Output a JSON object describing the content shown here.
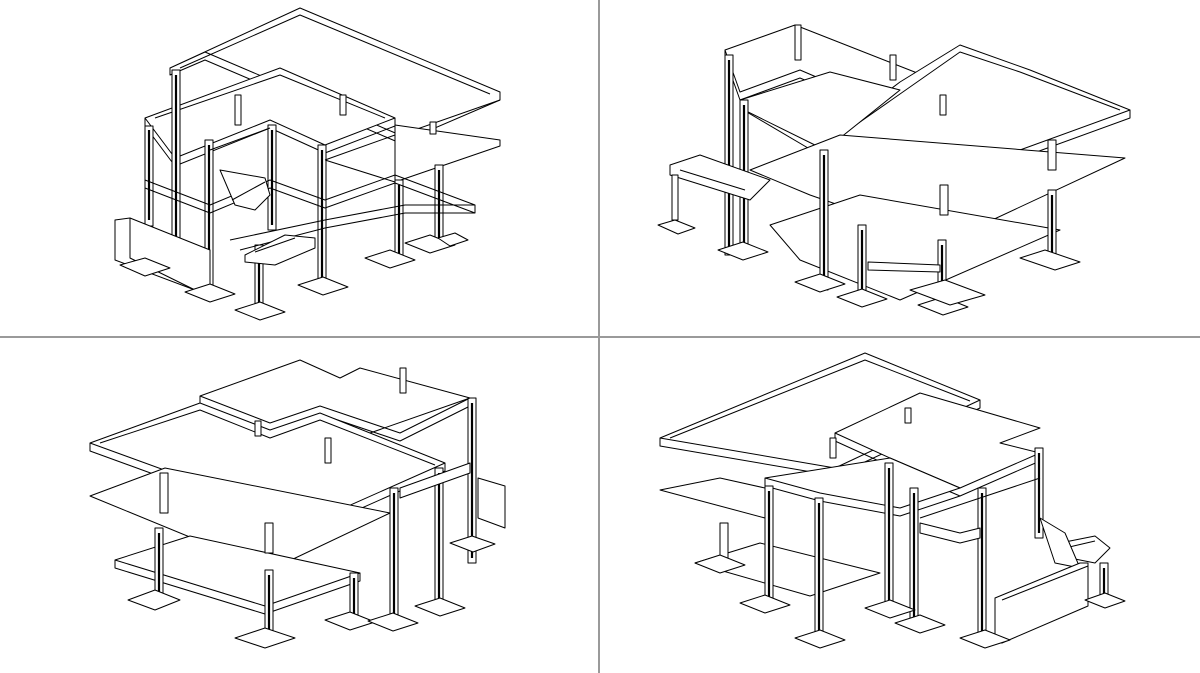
{
  "layout": {
    "viewports": [
      {
        "id": "top-left",
        "view": "isometric"
      },
      {
        "id": "top-right",
        "view": "isometric"
      },
      {
        "id": "bottom-left",
        "view": "isometric"
      },
      {
        "id": "bottom-right",
        "view": "isometric"
      }
    ]
  },
  "colors": {
    "background": "#ffffff",
    "line": "#000000",
    "divider": "#9a9a9a"
  }
}
